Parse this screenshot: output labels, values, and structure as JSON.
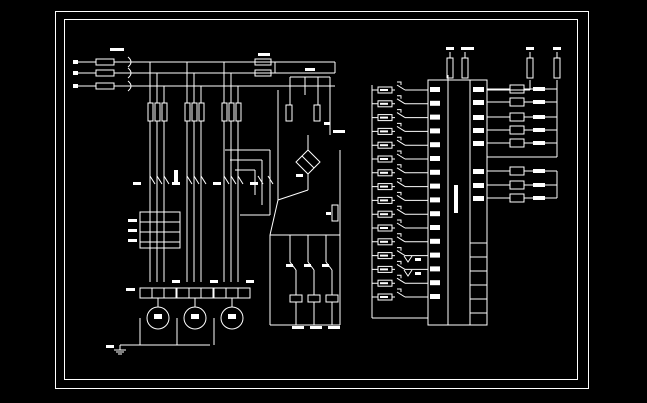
{
  "drawing": {
    "background": "#000000",
    "line_color": "#ffffff"
  },
  "power_section": {
    "motor_count": 3,
    "incoming_phase_count": 3,
    "breaker_row_count": 3
  },
  "plc_section": {
    "input_row_count": 16,
    "output_row_count": 8,
    "top_fuse_count": 4
  },
  "icons": {
    "motor": "motor-icon",
    "bridge_rectifier": "bridge-rectifier-icon",
    "ground": "ground-icon",
    "contact": "contact-icon"
  }
}
